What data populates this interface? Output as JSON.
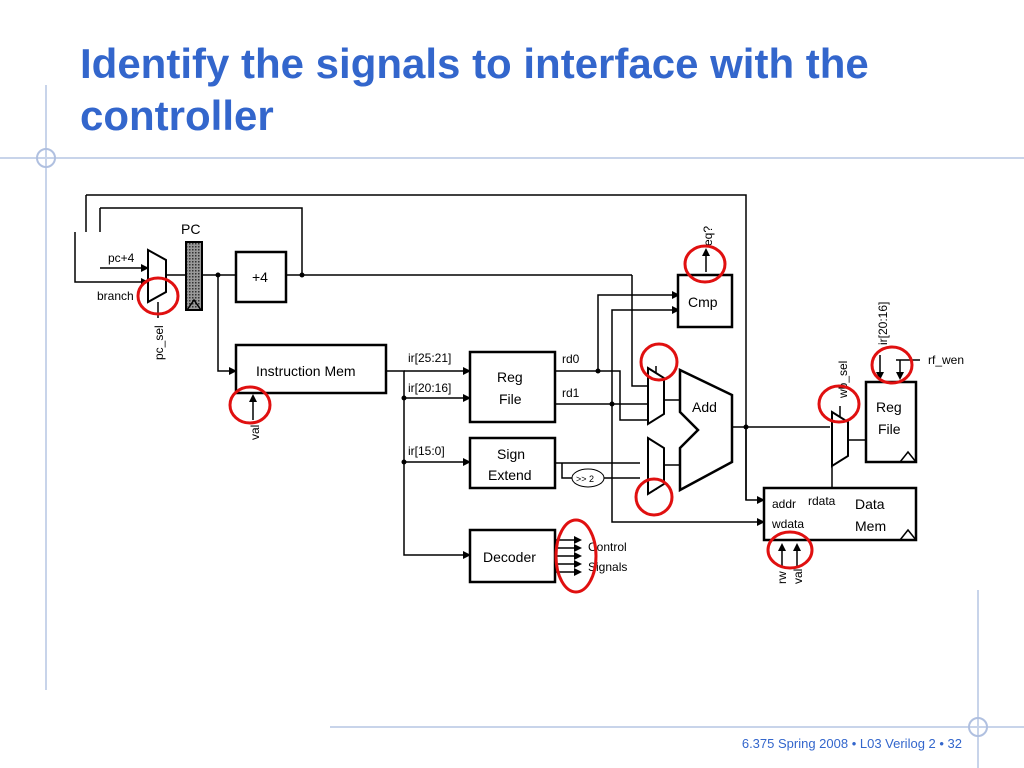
{
  "slide": {
    "title": "Identify the signals to interface with the controller",
    "footer": "6.375 Spring 2008 • L03 Verilog 2 • 32"
  },
  "diagram": {
    "blocks": {
      "pc": "PC",
      "plus4": "+4",
      "imem": "Instruction Mem",
      "regfile_1": "Reg",
      "regfile_2": "File",
      "sign_1": "Sign",
      "sign_2": "Extend",
      "decoder": "Decoder",
      "cmp": "Cmp",
      "add": "Add",
      "shift": ">> 2",
      "dmem_1": "Data",
      "dmem_2": "Mem",
      "wb_regfile_1": "Reg",
      "wb_regfile_2": "File"
    },
    "labels": {
      "pc_plus4": "pc+4",
      "branch": "branch",
      "pc_sel": "pc_sel",
      "imem_val": "val",
      "ir_25_21": "ir[25:21]",
      "ir_20_16": "ir[20:16]",
      "ir_15_0": "ir[15:0]",
      "rd0": "rd0",
      "rd1": "rd1",
      "eq": "eq?",
      "wb_sel": "wb_sel",
      "wb_ir": "ir[20:16]",
      "rf_wen": "rf_wen",
      "addr": "addr",
      "rdata": "rdata",
      "wdata": "wdata",
      "rw": "rw",
      "dmem_val": "val",
      "control": "Control",
      "signals": "Signals"
    }
  }
}
